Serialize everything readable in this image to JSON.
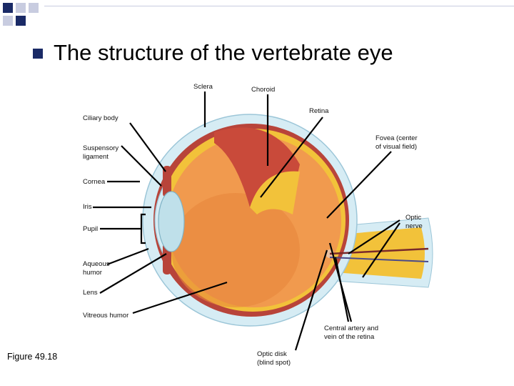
{
  "slide": {
    "title": "The structure of the vertebrate eye",
    "figure_label": "Figure 49.18"
  },
  "labels": {
    "sclera": "Sclera",
    "choroid": "Choroid",
    "retina": "Retina",
    "ciliary_body": "Ciliary body",
    "fovea_1": "Fovea (center",
    "fovea_2": "of visual field)",
    "suspensory_1": "Suspensory",
    "suspensory_2": "ligament",
    "cornea": "Cornea",
    "iris": "Iris",
    "optic_nerve_1": "Optic",
    "optic_nerve_2": "nerve",
    "pupil": "Pupil",
    "aqueous_1": "Aqueous",
    "aqueous_2": "humor",
    "lens": "Lens",
    "vitreous": "Vitreous humor",
    "central_1": "Central artery and",
    "central_2": "vein of the retina",
    "optic_disk_1": "Optic disk",
    "optic_disk_2": "(blind spot)"
  },
  "colors": {
    "accent": "#1a2a66",
    "sclera": "#d6ecf4",
    "choroid": "#b8443a",
    "retina_yellow": "#f2c23a",
    "vitreous": "#f19a4e",
    "lens": "#bfe0ea"
  }
}
